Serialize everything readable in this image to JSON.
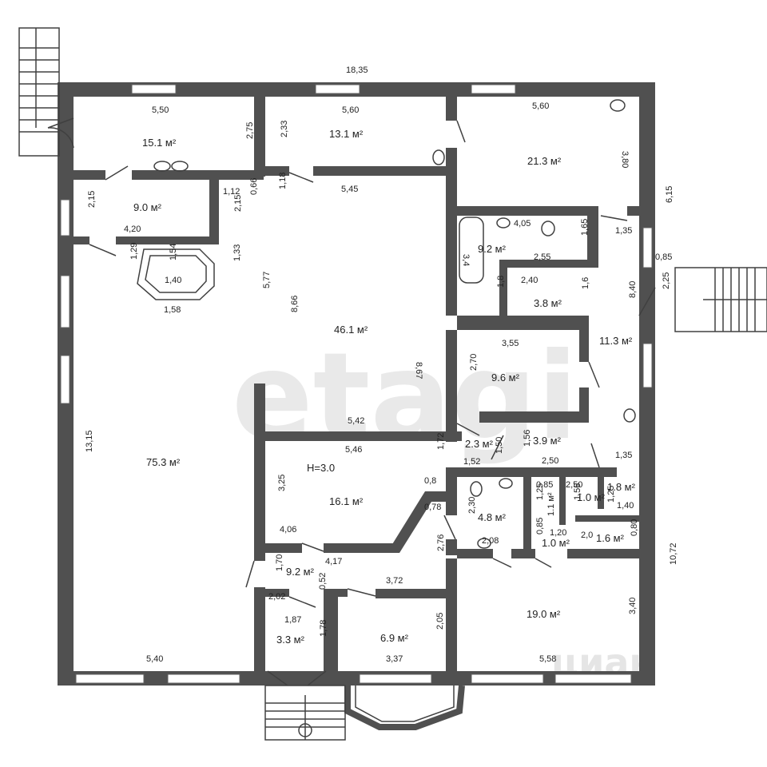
{
  "watermark": {
    "main": "etagi",
    "corner": "циан"
  },
  "rooms": [
    {
      "id": "r1",
      "area": "15.1 м²"
    },
    {
      "id": "r2",
      "area": "13.1 м²"
    },
    {
      "id": "r3",
      "area": "21.3 м²"
    },
    {
      "id": "r4",
      "area": "9.0 м²"
    },
    {
      "id": "r5",
      "area": "9.2 м²"
    },
    {
      "id": "r6",
      "area": "3.8 м²"
    },
    {
      "id": "r7",
      "area": "46.1 м²"
    },
    {
      "id": "r8",
      "area": "11.3 м²"
    },
    {
      "id": "r9",
      "area": "9.6 м²"
    },
    {
      "id": "r10",
      "area": "75.3 м²"
    },
    {
      "id": "r11",
      "area": "2.3 м²"
    },
    {
      "id": "r12",
      "area": "3.9 м²"
    },
    {
      "id": "r13",
      "area": "16.1 м²"
    },
    {
      "id": "r14",
      "area": "4.8 м²"
    },
    {
      "id": "r15",
      "area": "1.1 м²"
    },
    {
      "id": "r16",
      "area": "1.0 м²"
    },
    {
      "id": "r17",
      "area": "1.8 м²"
    },
    {
      "id": "r18",
      "area": "1.0 м²"
    },
    {
      "id": "r19",
      "area": "1.6 м²"
    },
    {
      "id": "r20",
      "area": "9.2 м²"
    },
    {
      "id": "r21",
      "area": "6.9 м²"
    },
    {
      "id": "r22",
      "area": "3.3 м²"
    },
    {
      "id": "r23",
      "area": "19.0 м²"
    }
  ],
  "ceiling_height": "H=3.0",
  "dimensions": [
    "18,35",
    "5,50",
    "5,60",
    "5,60",
    "2,75",
    "2,33",
    "3,80",
    "1,12",
    "0,66",
    "1,18",
    "5,45",
    "2,15",
    "2,15",
    "4,20",
    "6,15",
    "4,05",
    "1,35",
    "1,29",
    "1,54",
    "1,33",
    "1,65",
    "0,85",
    "2,55",
    "3,4",
    "1,40",
    "1,58",
    "5,77",
    "8,66",
    "2,40",
    "1,6",
    "1,8",
    "8,40",
    "2,25",
    "3,55",
    "8,67",
    "2,70",
    "13,15",
    "5,42",
    "1,72",
    "1,56",
    "1,50",
    "1,52",
    "2,50",
    "1,35",
    "5,46",
    "0,8",
    "2,30",
    "0,85",
    "2,50",
    "1,25",
    "1,56",
    "1,25",
    "3,25",
    "0,78",
    "1,40",
    "0,85",
    "1,20",
    "2,0",
    "0,80",
    "4,06",
    "4,17",
    "2,08",
    "2,76",
    "10,72",
    "1,70",
    "0,52",
    "3,72",
    "2,02",
    "1,87",
    "1,78",
    "2,05",
    "3,40",
    "5,40",
    "3,37",
    "5,58"
  ],
  "colors": {
    "wall": "#505050",
    "background": "#ffffff"
  }
}
